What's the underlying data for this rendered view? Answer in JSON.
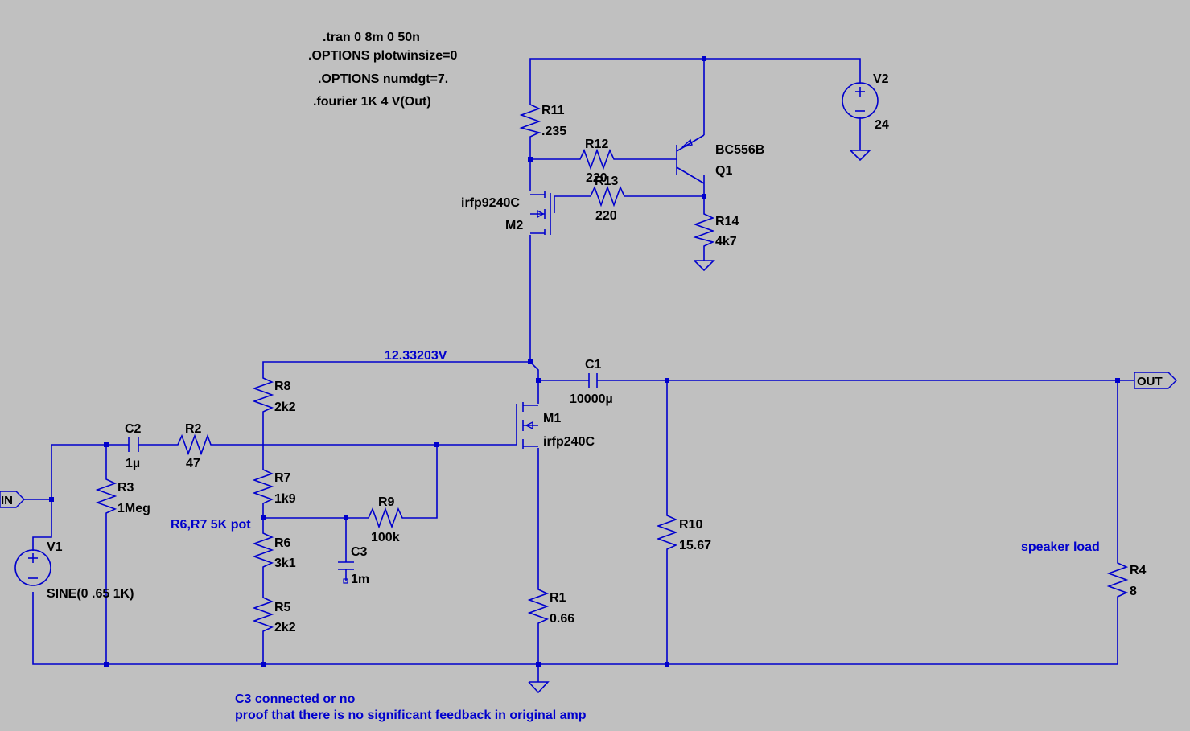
{
  "directives": [
    ".tran 0 8m 0 50n",
    ".OPTIONS plotwinsize=0",
    ".OPTIONS numdgt=7.",
    ".fourier 1K 4 V(Out)"
  ],
  "components": {
    "R11": {
      "name": "R11",
      "value": ".235"
    },
    "R12": {
      "name": "R12",
      "value": "220"
    },
    "R13": {
      "name": "R13",
      "value": "220"
    },
    "R14": {
      "name": "R14",
      "value": "4k7"
    },
    "Q1": {
      "name": "Q1",
      "model": "BC556B"
    },
    "M2": {
      "name": "M2",
      "model": "irfp9240C"
    },
    "V2": {
      "name": "V2",
      "value": "24"
    },
    "C1": {
      "name": "C1",
      "value": "10000µ"
    },
    "M1": {
      "name": "M1",
      "model": "irfp240C"
    },
    "R8": {
      "name": "R8",
      "value": "2k2"
    },
    "R7": {
      "name": "R7",
      "value": "1k9"
    },
    "R6": {
      "name": "R6",
      "value": "3k1"
    },
    "R5": {
      "name": "R5",
      "value": "2k2"
    },
    "R9": {
      "name": "R9",
      "value": "100k"
    },
    "C3": {
      "name": "C3",
      "value": "1m"
    },
    "C2": {
      "name": "C2",
      "value": "1µ"
    },
    "R2": {
      "name": "R2",
      "value": "47"
    },
    "R3": {
      "name": "R3",
      "value": "1Meg"
    },
    "V1": {
      "name": "V1",
      "value": "SINE(0 .65 1K)"
    },
    "R1": {
      "name": "R1",
      "value": "0.66"
    },
    "R10": {
      "name": "R10",
      "value": "15.67"
    },
    "R4": {
      "name": "R4",
      "value": "8"
    }
  },
  "net_labels": {
    "in": "IN",
    "out": "OUT"
  },
  "annotations": {
    "node_voltage": "12.33203V",
    "pot_note": "R6,R7 5K pot",
    "speaker": "speaker load",
    "c3_note_line1": "C3 connected or no",
    "c3_note_line2": "proof that there is no significant feedback in original amp"
  },
  "colors": {
    "background": "#c0c0c0",
    "wire": "#0000cc",
    "text": "#000000",
    "annotation": "#0000cc"
  }
}
